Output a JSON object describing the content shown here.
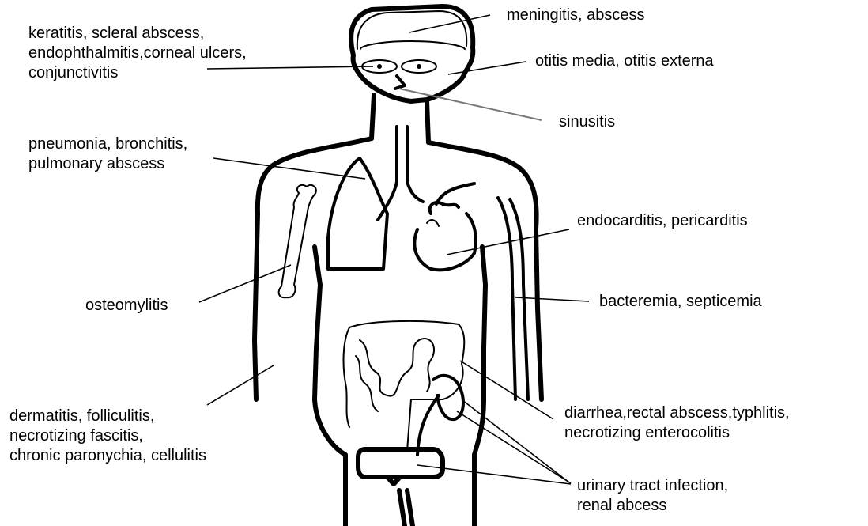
{
  "labels": {
    "meningitis": [
      "meningitis, abscess"
    ],
    "eye": [
      "keratitis, scleral abscess,",
      "endophthalmitis,corneal ulcers,",
      "conjunctivitis"
    ],
    "ear": [
      "otitis media, otitis externa"
    ],
    "sinus": [
      "sinusitis"
    ],
    "lung": [
      "pneumonia, bronchitis,",
      "pulmonary abscess"
    ],
    "heart": [
      "endocarditis, pericarditis"
    ],
    "bone": [
      "osteomylitis"
    ],
    "blood": [
      "bacteremia, septicemia"
    ],
    "skin": [
      "dermatitis, folliculitis,",
      "necrotizing fascitis,",
      "chronic paronychia, cellulitis"
    ],
    "gut": [
      "diarrhea,rectal abscess,typhlitis,",
      "necrotizing enterocolitis"
    ],
    "urinary": [
      "urinary tract infection,",
      "renal abcess"
    ]
  }
}
